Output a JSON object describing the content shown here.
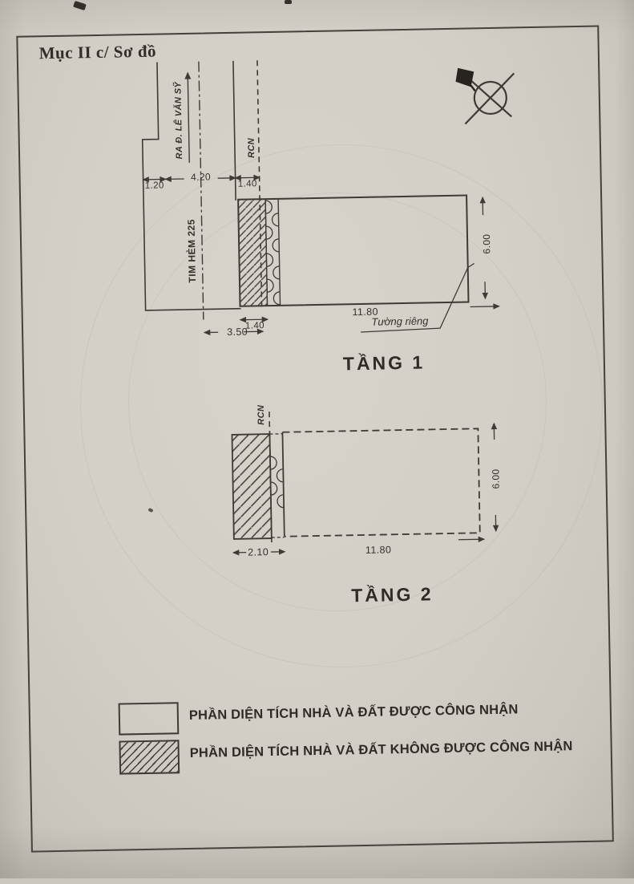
{
  "document": {
    "section_title": "Mục II c/ Sơ đồ"
  },
  "floor1": {
    "title": "TẦNG 1",
    "street_label": "RA Đ. LÊ VĂN SỸ",
    "alley_centerline_label": "TIM HẺM 225",
    "rcn_label": "RCN",
    "wall_note": "Tường riêng",
    "dim_left_offset": "1.20",
    "dim_alley_width": "4.20",
    "dim_strip_top": "1.40",
    "dim_strip_bottom": "1.40",
    "dim_centerline_to_rcn": "3.50",
    "dim_width": "11.80",
    "dim_depth": "6.00"
  },
  "floor2": {
    "title": "TẦNG 2",
    "rcn_label": "RCN",
    "dim_overhang": "2.10",
    "dim_width": "11.80",
    "dim_depth": "6.00"
  },
  "legend": {
    "recognized_label": "PHẦN DIỆN TÍCH NHÀ VÀ ĐẤT ĐƯỢC CÔNG NHẬN",
    "not_recognized_label": "PHẦN DIỆN TÍCH NHÀ VÀ ĐẤT KHÔNG ĐƯỢC CÔNG NHẬN"
  },
  "colors": {
    "paper": "#d3cfc7",
    "ink": "#3e3a34"
  }
}
